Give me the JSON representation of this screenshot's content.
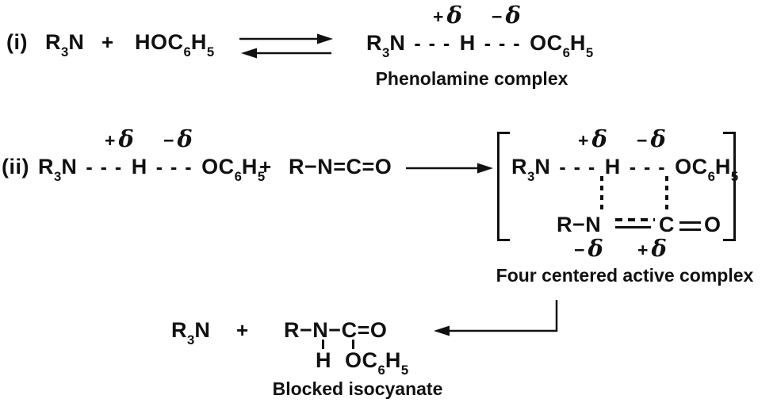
{
  "colors": {
    "ink": "#111111",
    "background": "#ffffff"
  },
  "symbols": {
    "plus": "+",
    "delta": "δ",
    "delta_plus_sign": "+",
    "delta_minus_sign": "−",
    "hbond_dots": "- - -",
    "single_bond": "−",
    "double_bond": "="
  },
  "fragments": {
    "amine": {
      "r": "R",
      "sub": "3",
      "n": "N"
    },
    "phenol": {
      "head": "HOC",
      "sub1": "6",
      "h": "H",
      "sub2": "5"
    },
    "phenoxide": {
      "head": "OC",
      "sub1": "6",
      "h": "H",
      "sub2": "5"
    },
    "hydrogen": "H",
    "isocyanate": "R−N=C=O",
    "r": "R",
    "n": "N",
    "c": "C",
    "o": "O"
  },
  "step_i": {
    "label": "(i)",
    "caption": "Phenolamine complex"
  },
  "step_ii": {
    "label": "(ii)",
    "caption": "Four centered active complex"
  },
  "final_step": {
    "caption": "Blocked isocyanate"
  }
}
